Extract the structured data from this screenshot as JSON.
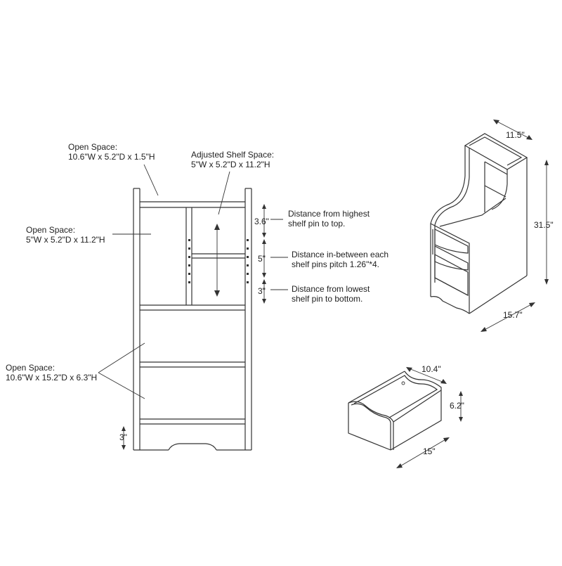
{
  "front_view": {
    "top_open": {
      "title": "Open Space:",
      "size": "10.6\"W x 5.2\"D x 1.5\"H"
    },
    "adjusted_shelf": {
      "title": "Adjusted Shelf Space:",
      "size": "5\"W x 5.2\"D x 11.2\"H"
    },
    "left_open": {
      "title": "Open Space:",
      "size": "5\"W x 5.2\"D x 11.2\"H"
    },
    "lower_open": {
      "title": "Open Space:",
      "size": "10.6\"W x 15.2\"D x 6.3\"H"
    },
    "dim_top": "3.6\"",
    "dim_pitch": "5\"",
    "dim_bottom_pin": "3\"",
    "dim_base": "3\"",
    "note_top": {
      "line1": "Distance from highest",
      "line2": "shelf pin to top."
    },
    "note_pitch": {
      "line1": "Distance in-between each",
      "line2": "shelf pins pitch 1.26\"*4."
    },
    "note_bottom": {
      "line1": "Distance from lowest",
      "line2": "shelf pin to bottom."
    }
  },
  "cabinet_3d": {
    "depth": "11.5\"",
    "height": "31.5\"",
    "width": "15.7\""
  },
  "drawer_3d": {
    "depth": "10.4\"",
    "height": "6.2\"",
    "width": "15\""
  }
}
